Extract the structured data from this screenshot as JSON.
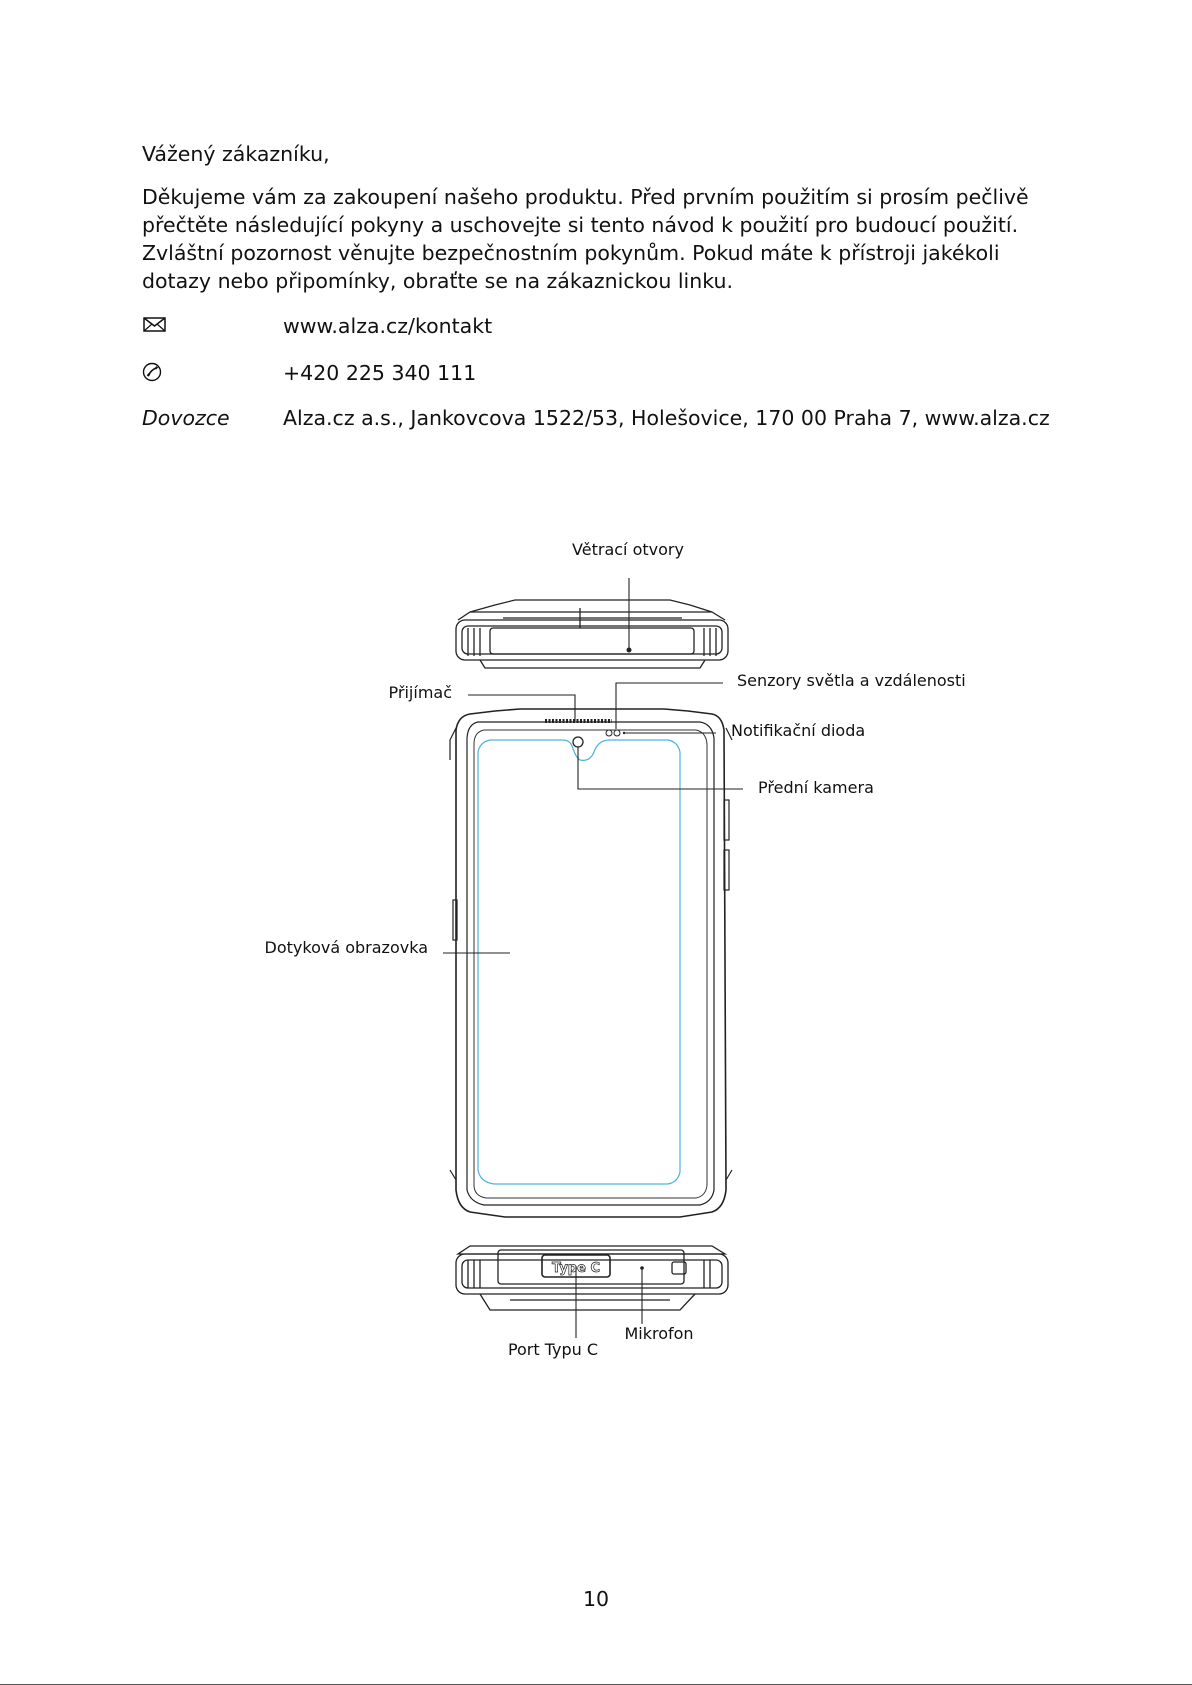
{
  "greeting": "Vážený zákazníku,",
  "intro": "Děkujeme vám za zakoupení našeho produktu. Před prvním použitím si prosím pečlivě přečtěte následující pokyny a uschovejte si tento návod k použití pro budoucí použití. Zvláštní pozornost věnujte bezpečnostním pokynům. Pokud máte k přístroji jakékoli dotazy nebo připomínky, obraťte se na zákaznickou linku.",
  "contacts": {
    "email": {
      "icon": "envelope-icon",
      "value": "www.alza.cz/kontakt"
    },
    "phone": {
      "icon": "phone-icon",
      "value": "+420 225 340 111"
    },
    "importer": {
      "label": "Dovozce",
      "value": "Alza.cz a.s., Jankovcova 1522/53, Holešovice, 170 00 Praha 7, www.alza.cz"
    }
  },
  "diagram": {
    "labels": {
      "vents": "Větrací otvory",
      "receiver": "Přijímač",
      "sensors": "Senzory světla a vzdálenosti",
      "notification_led": "Notifikační dioda",
      "front_camera": "Přední kamera",
      "touchscreen": "Dotyková obrazovka",
      "usb_port": "Port Typu C",
      "microphone": "Mikrofon",
      "port_marking": "Type C"
    }
  },
  "page_number": "10"
}
